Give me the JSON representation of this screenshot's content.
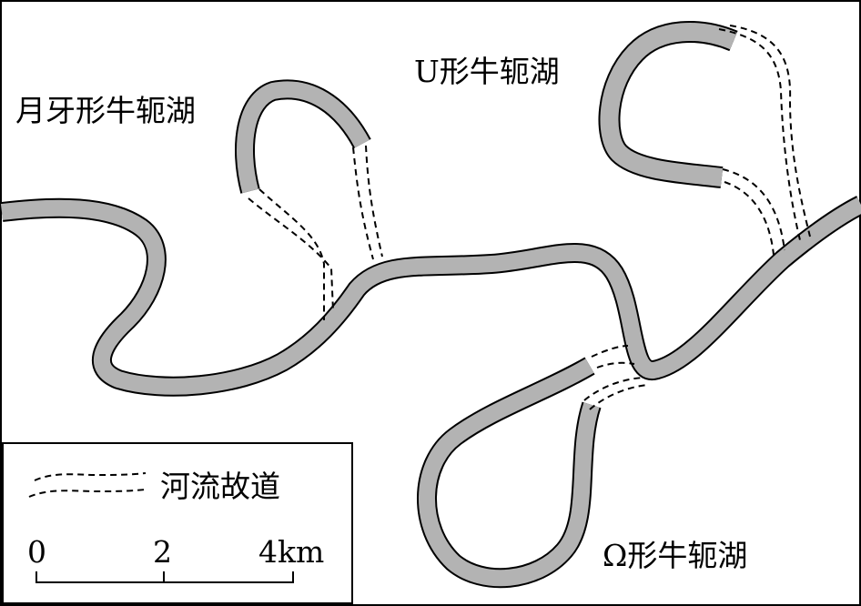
{
  "labels": {
    "crescent_lake": "月牙形牛轭湖",
    "u_lake": "U形牛轭湖",
    "omega_lake": "Ω形牛轭湖"
  },
  "legend": {
    "old_channel": "河流故道",
    "scale_ticks": [
      "0",
      "2",
      "4km"
    ]
  },
  "colors": {
    "river_fill": "#b3b3b3",
    "outline": "#000000",
    "background": "#ffffff"
  }
}
